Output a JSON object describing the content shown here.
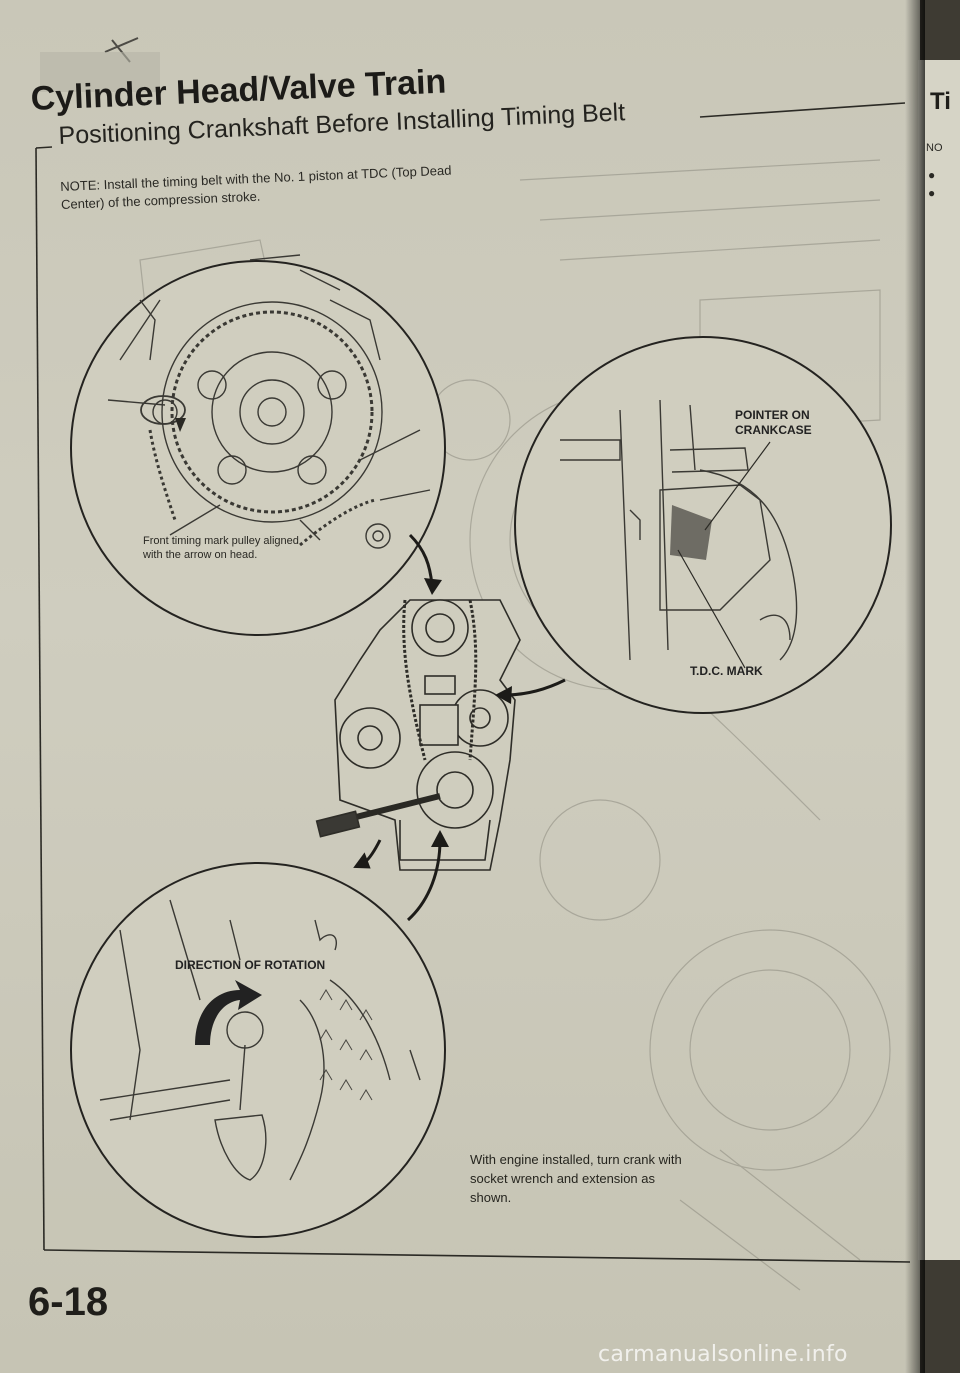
{
  "page": {
    "section_title": "Cylinder Head/Valve Train",
    "subsection_title": "Positioning Crankshaft Before Installing Timing Belt",
    "note": "NOTE: Install the timing belt with the No. 1 piston at TDC (Top Dead Center) of the compression stroke.",
    "callouts": {
      "front_timing_mark": "Front timing mark pulley aligned with the arrow on head.",
      "pointer_on_crankcase": "POINTER ON CRANKCASE",
      "tdc_mark": "T.D.C. MARK",
      "direction_of_rotation": "DIRECTION OF ROTATION",
      "engine_installed": "With engine installed, turn crank with socket wrench and extension as shown."
    },
    "page_number": "6-18",
    "next_page_fragment": "Ti",
    "next_page_note_fragment": "NO",
    "watermark": "carmanualsonline.info"
  },
  "colors": {
    "paper": "#cbc9bb",
    "ink": "#1f1e1a",
    "line_art": "#3a3934",
    "background": "#3e3b33"
  }
}
